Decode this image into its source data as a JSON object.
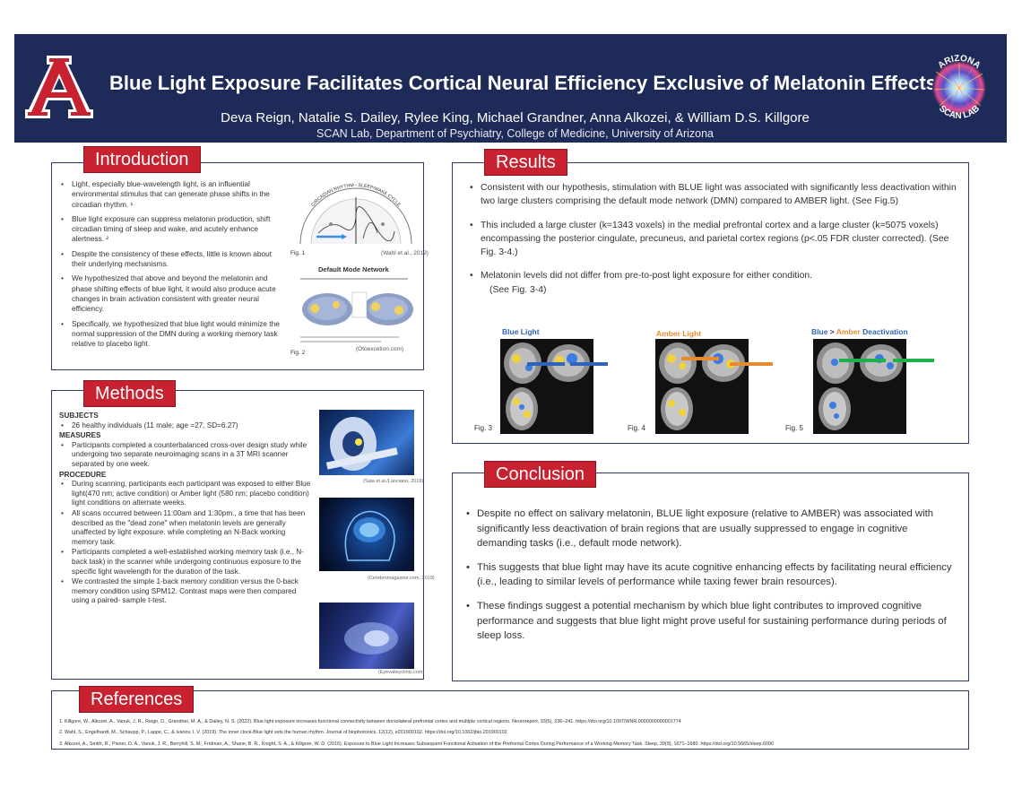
{
  "header": {
    "title": "Blue Light Exposure Facilitates Cortical Neural Efficiency Exclusive of Melatonin Effects",
    "authors": "Deva Reign, Natalie S. Dailey, Rylee King, Michael Grandner, Anna Alkozei, & William D.S. Killgore",
    "affiliation": "SCAN Lab, Department of Psychiatry, College of Medicine, University of Arizona",
    "logo_letter": "A",
    "lab_logo_top": "ARIZONA",
    "lab_logo_bottom": "SCAN LAB"
  },
  "colors": {
    "navy": "#1e2a57",
    "red": "#c8212f",
    "blue_label": "#2e64b8",
    "amber_label": "#e88a2e",
    "green_arrow": "#1eb04a"
  },
  "introduction": {
    "heading": "Introduction",
    "bullets": [
      "Light, especially blue-wavelength light, is an influential environmental stimulus that can generate phase shifts in the circadian rhythm. ¹",
      "Blue light exposure can suppress melatonin production, shift circadian timing of sleep and wake, and acutely enhance alertness. ²",
      "Despite the consistency of these effects, little is known about their underlying mechanisms.",
      "We hypothesized that above and beyond the melatonin and phase shifting effects of blue light, it would also produce acute changes in brain activation consistent with  greater neural efficiency.",
      "Specifically, we hypothesized that blue light would minimize the normal suppression of the DMN during a working memory task relative to placebo light."
    ],
    "fig1_label": "Fig. 1",
    "fig1_credit": "(Wahl et al., 2019)",
    "fig1_arc_text": "CIRCADIAN RHYTHM - SLEEP/WAKE CYCLE",
    "dmn_title": "Default Mode Network",
    "fig2_label": "Fig. 2",
    "fig2_credit": "(Otoexcetion.com)"
  },
  "methods": {
    "heading": "Methods",
    "subjects_heading": "SUBJECTS",
    "subjects": [
      "26 healthy individuals (11 male; age =27, SD=6.27)"
    ],
    "measures_heading": "MEASURES",
    "measures": [
      "Participants completed a counterbalanced cross-over design study while undergoing two separate neuroimaging scans in a 3T MRI scanner separated by one week."
    ],
    "procedure_heading": "PROCEDURE",
    "procedure": [
      "During scanning, participants each participant was exposed to either Blue light(470 nm; active condition) or Amber light (580 nm; placebo condition) light conditions on alternate weeks.",
      "All scans occurred between 11:00am and 1:30pm., a time that has been described as the \"dead zone\" when melatonin levels are generally unaffected by light exposure. while completing an N-Back working memory task.",
      "Participants completed a well-established working memory task (i.e., N-back task) in the scanner while undergoing continuous exposure to the specific light wavelength  for the duration of the task.",
      "We contrasted the simple 1-back memory condition versus the 0-back memory condition using SPM12. Contrast maps were then compared using a paired- sample t-test."
    ],
    "photo1_credit": "(Sala et al./Lanciano, 2019)",
    "photo2_credit": "(Cerebromagazine.com, 2019)",
    "photo3_credit": "(Eyevalleyclinic.com)"
  },
  "results": {
    "heading": "Results",
    "bullets": [
      "Consistent with our hypothesis,  stimulation with BLUE light was associated with significantly less deactivation within two large clusters comprising the default mode network (DMN) compared to AMBER light. (See Fig.5)",
      "This included a large cluster (k=1343 voxels) in the medial prefrontal cortex and a large cluster (k=5075 voxels) encompassing the posterior cingulate, precuneus, and parietal cortex regions (p<.05 FDR cluster corrected). (See Fig. 3-4.)",
      "Melatonin levels did not differ from pre-to-post light exposure for either condition."
    ],
    "see_note": "(See Fig. 3-4)",
    "blue_label": "Blue Light",
    "amber_label": "Amber Light",
    "contrast_blue": "Blue",
    "contrast_gt": " > ",
    "contrast_amber": "Amber",
    "contrast_deact": " Deactivation",
    "fig3_label": "Fig. 3",
    "fig4_label": "Fig. 4",
    "fig5_label": "Fig. 5"
  },
  "conclusion": {
    "heading": "Conclusion",
    "bullets": [
      "Despite no effect on salivary melatonin, BLUE light exposure (relative to AMBER) was associated with significantly less deactivation of brain regions that are usually suppressed to engage in cognitive demanding tasks (i.e., default mode network).",
      "This suggests that blue light may have its acute cognitive enhancing effects by facilitating neural efficiency (i.e., leading to similar levels of performance while taxing fewer brain resources).",
      "These findings suggest a potential mechanism by which blue light contributes to improved cognitive performance and suggests that blue light might prove useful for sustaining performance during periods of sleep loss."
    ]
  },
  "references": {
    "heading": "References",
    "items": [
      "1. Killgore, W., Alkozei, A., Vanuk, J. R., Reign, D., Grandner, M. A., & Dailey, N. S. (2022). Blue light exposure increases functional connectivity between dorsolateral prefrontal cortex and multiple cortical regions. Neuroreport, 33(5), 236–241. https://doi.org/10.1097/WNR.0000000000001774",
      "2. Wahl, S., Engelhardt, M., Schaupp, P., Lappe, C., & Ivanov, I. V. (2019). The inner clock-Blue light sets the human rhythm. Journal of biophotonics, 12(12), e201900102. https://doi.org/10.1002/jbio.201900102",
      "3. Alkozei, A., Smith, R., Pisner, D. A., Vanuk, J. R., Berryhill, S. M., Fridman, A., Shane, B. R., Knight, S. A., & Killgore, W. D. (2016). Exposure to Blue Light Increases Subsequent Functional Activation of the Prefrontal Cortex During Performance of a Working Memory Task. Sleep, 39(9), 1671–1680. https://doi.org/10.5665/sleep.6090"
    ]
  }
}
